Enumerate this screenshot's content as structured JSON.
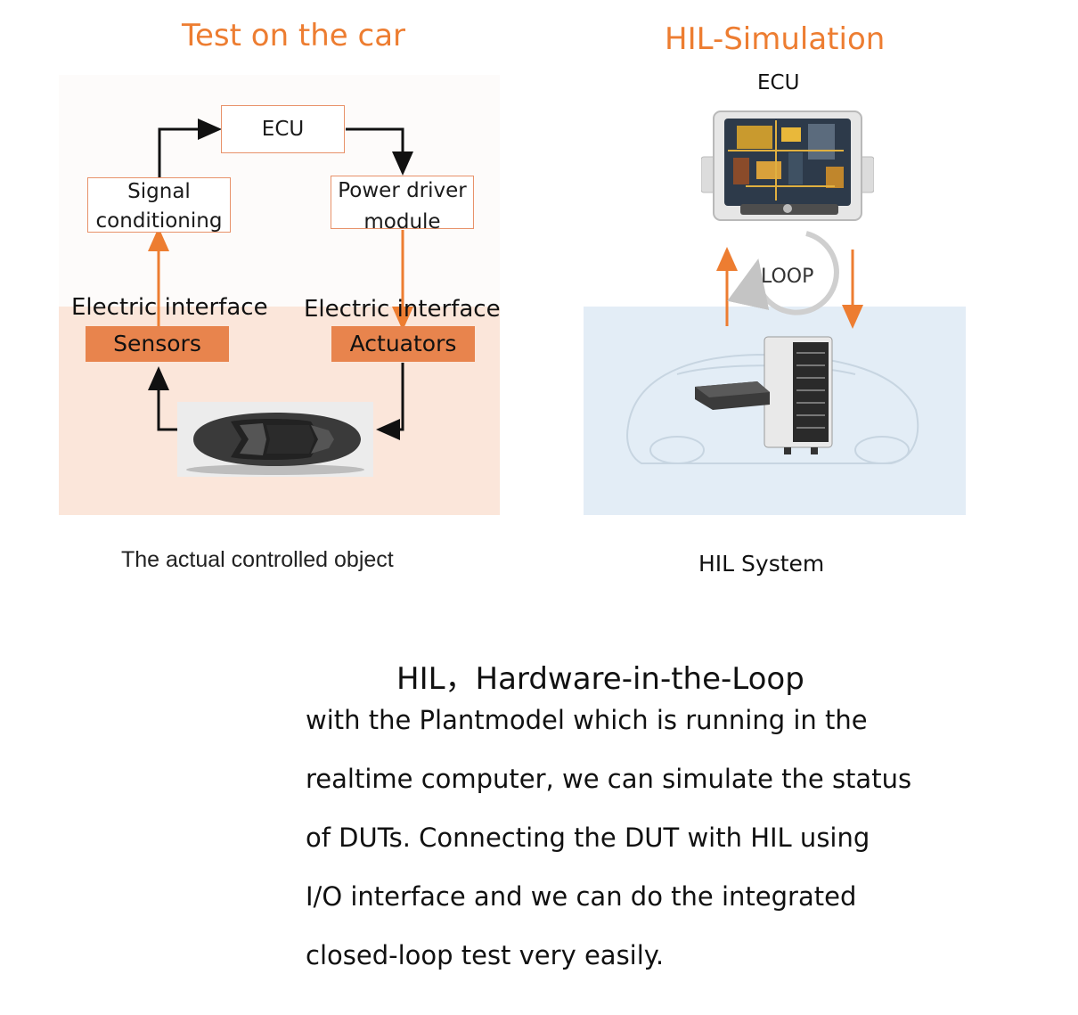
{
  "left": {
    "title": "Test on the car",
    "ecu": "ECU",
    "signal_conditioning": [
      "Signal",
      "conditioning"
    ],
    "power_driver": [
      "Power driver",
      "module"
    ],
    "electric_interface_left": "Electric interface",
    "electric_interface_right": "Electric interface",
    "sensors": "Sensors",
    "actuators": "Actuators",
    "caption": "The actual controlled object"
  },
  "right": {
    "title": "HIL-Simulation",
    "ecu_label": "ECU",
    "loop_label": "LOOP",
    "caption": "HIL System"
  },
  "text": {
    "heading": "HIL，Hardware-in-the-Loop",
    "lines": [
      "with the Plantmodel which is running in the",
      "realtime computer, we can simulate the status",
      "of DUTs. Connecting the DUT with HIL using",
      "I/O interface and we can do the integrated",
      "closed-loop test very easily."
    ]
  },
  "colors": {
    "accent": "#ed7d31",
    "tag_fill": "#e8844d",
    "peach_bg": "#fbe6da",
    "blue_bg": "#e3edf6"
  }
}
